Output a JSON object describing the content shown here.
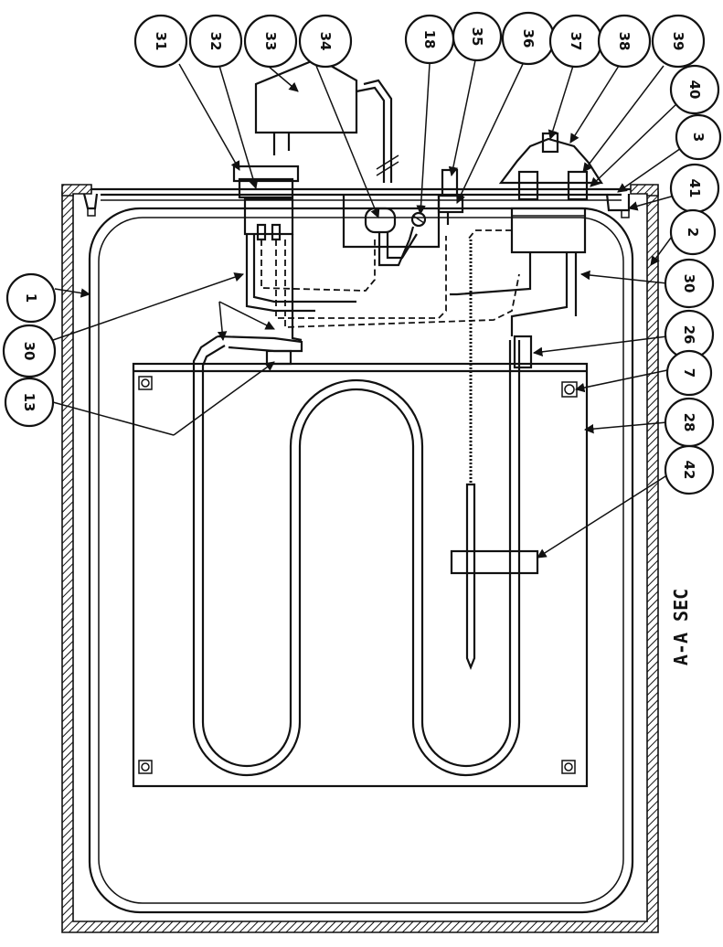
{
  "caption": "A-A SEC",
  "callouts": [
    {
      "id": "c31",
      "label": "31"
    },
    {
      "id": "c32",
      "label": "32"
    },
    {
      "id": "c33",
      "label": "33"
    },
    {
      "id": "c34",
      "label": "34"
    },
    {
      "id": "c18",
      "label": "18"
    },
    {
      "id": "c35",
      "label": "35"
    },
    {
      "id": "c36",
      "label": "36"
    },
    {
      "id": "c37",
      "label": "37"
    },
    {
      "id": "c38",
      "label": "38"
    },
    {
      "id": "c39",
      "label": "39"
    },
    {
      "id": "c40",
      "label": "40"
    },
    {
      "id": "c3",
      "label": "3"
    },
    {
      "id": "c41",
      "label": "41"
    },
    {
      "id": "c2",
      "label": "2"
    },
    {
      "id": "c30r",
      "label": "30"
    },
    {
      "id": "c26",
      "label": "26"
    },
    {
      "id": "c7",
      "label": "7"
    },
    {
      "id": "c28",
      "label": "28"
    },
    {
      "id": "c42",
      "label": "42"
    },
    {
      "id": "c1",
      "label": "1"
    },
    {
      "id": "c30l",
      "label": "30"
    },
    {
      "id": "c13",
      "label": "13"
    }
  ]
}
